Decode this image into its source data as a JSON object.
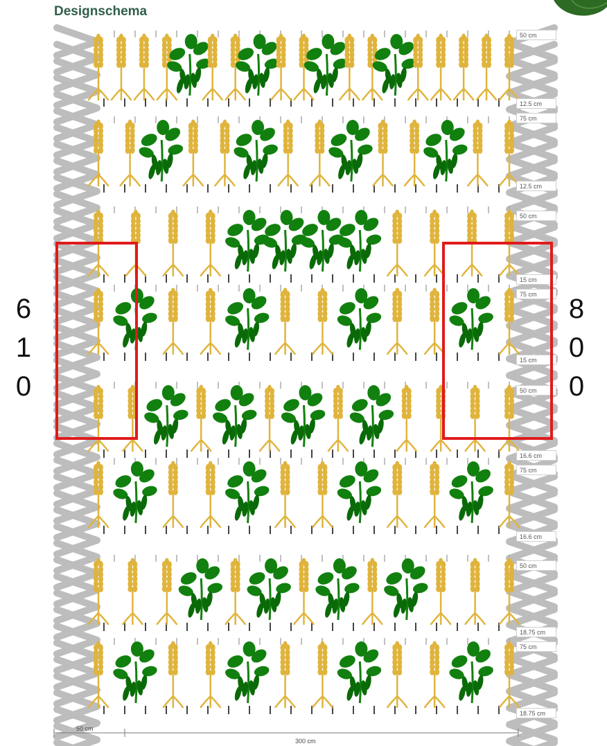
{
  "title": "Designschema",
  "colors": {
    "wheat": "#e0b43c",
    "soy": "#12800f",
    "soy_dark": "#0a6a08",
    "tread": "#bdbdbd",
    "highlight": "#e01b1b",
    "title": "#2f5f4a"
  },
  "icons": {
    "cereal": "wheat-icon",
    "legume": "soybean-plant-icon"
  },
  "left_number_digits": [
    "6",
    "1",
    "0"
  ],
  "right_number_digits": [
    "8",
    "0",
    "0"
  ],
  "dimension_labels": [
    "50 cm",
    "12.5 cm",
    "75 cm",
    "12.5 cm",
    "50 cm",
    "15 cm",
    "75 cm",
    "15 cm",
    "50 cm",
    "16.6 cm",
    "75 cm",
    "16.6 cm",
    "50 cm",
    "18.75 cm",
    "75 cm",
    "18.75 cm"
  ],
  "scale": {
    "small": "50 cm",
    "total": "300 cm"
  },
  "plant_rows": [
    "WWWWSWWSWWSWWSWWWWW",
    "WWSWWSWWSWWSWW",
    "WWWWSSSSWWWW",
    "WSWWSWWSWWSW",
    "WWSWSWSWSWWWW",
    "WSWWSWWSWWSW",
    "WWWSWSWSWSWWW",
    "WSWWSWWSWWSW"
  ]
}
